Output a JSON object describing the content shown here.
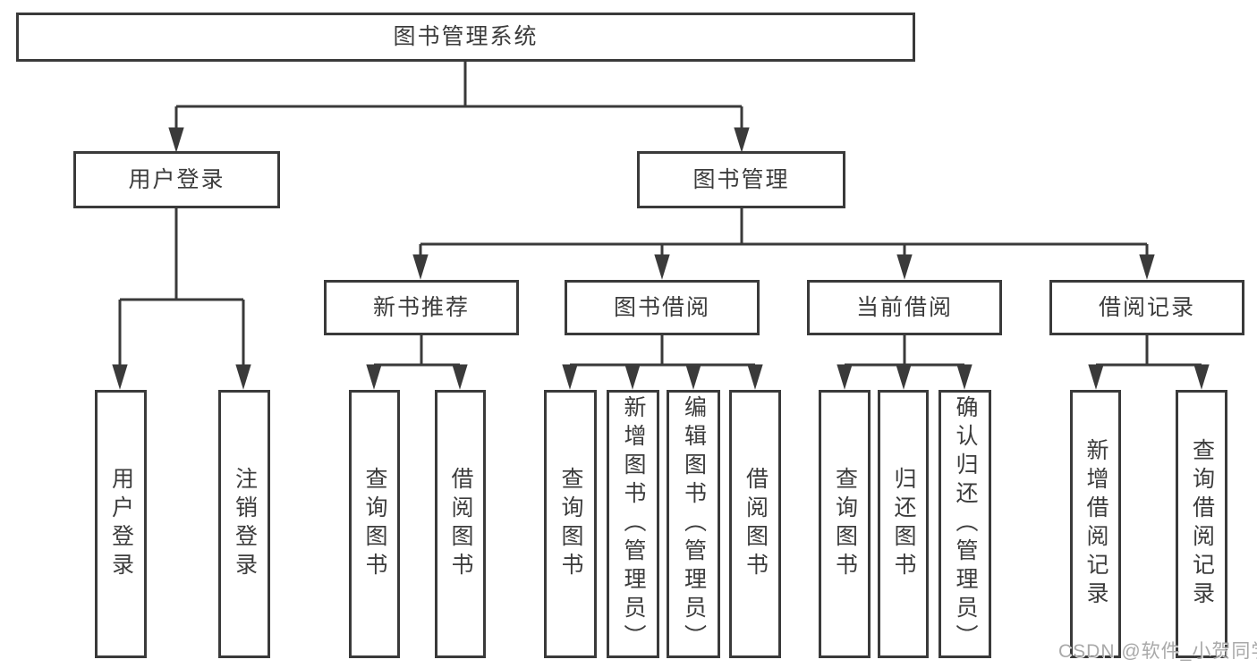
{
  "diagram": {
    "type": "tree",
    "root": {
      "label": "图书管理系统",
      "children": [
        {
          "label": "用户登录",
          "children": [
            {
              "label": "用户登录"
            },
            {
              "label": "注销登录"
            }
          ]
        },
        {
          "label": "图书管理",
          "children": [
            {
              "label": "新书推荐",
              "children": [
                {
                  "label": "查询图书"
                },
                {
                  "label": "借阅图书"
                }
              ]
            },
            {
              "label": "图书借阅",
              "children": [
                {
                  "label": "查询图书"
                },
                {
                  "label": "新增图书（管理员）"
                },
                {
                  "label": "编辑图书（管理员）"
                },
                {
                  "label": "借阅图书"
                }
              ]
            },
            {
              "label": "当前借阅",
              "children": [
                {
                  "label": "查询图书"
                },
                {
                  "label": "归还图书"
                },
                {
                  "label": "确认归还（管理员）"
                }
              ]
            },
            {
              "label": "借阅记录",
              "children": [
                {
                  "label": "新增借阅记录"
                },
                {
                  "label": "查询借阅记录"
                }
              ]
            }
          ]
        }
      ]
    }
  },
  "watermark": {
    "text": "CSDN @软件_小贺同学"
  },
  "colors": {
    "line": "#3a3a3a",
    "text": "#3c3c3c",
    "box_fill": "#ffffff",
    "watermark": "#a4a4a4",
    "background": "#ffffff"
  }
}
